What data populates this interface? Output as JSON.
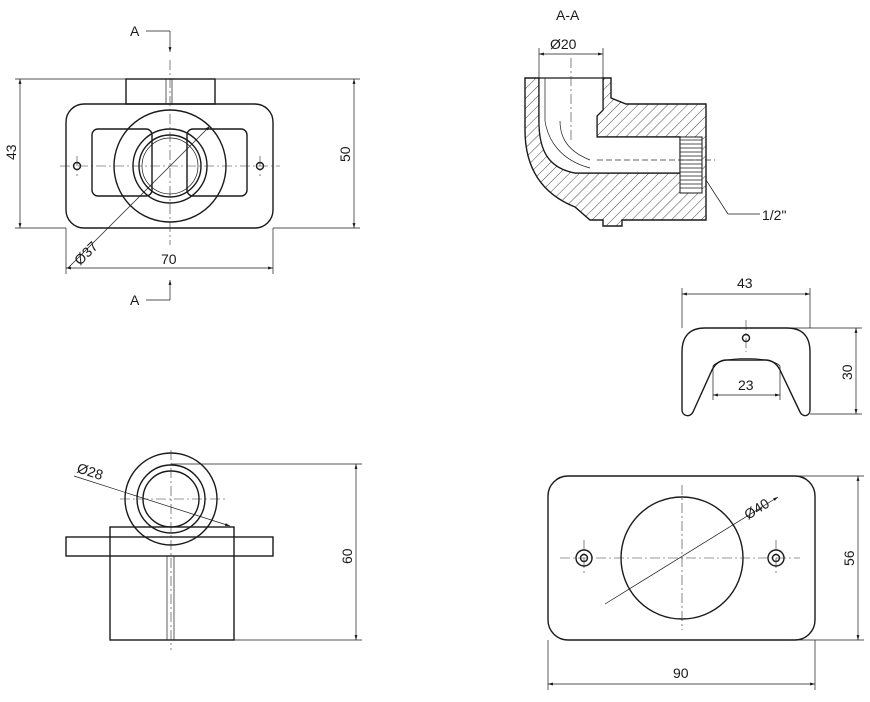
{
  "section": {
    "marker": "A",
    "title": "A-A"
  },
  "front_view": {
    "dim_height": "43",
    "dim_height_outer": "50",
    "dim_width": "70",
    "dim_diameter": "Ø37"
  },
  "section_view": {
    "dim_bore": "Ø20",
    "dim_thread": "1/2\""
  },
  "side_view": {
    "dim_width": "43",
    "dim_inner": "23",
    "dim_height": "30"
  },
  "bottom_view": {
    "dim_diameter": "Ø28",
    "dim_height": "60"
  },
  "plate_view": {
    "dim_diameter": "Ø40",
    "dim_width": "90",
    "dim_height": "56"
  }
}
